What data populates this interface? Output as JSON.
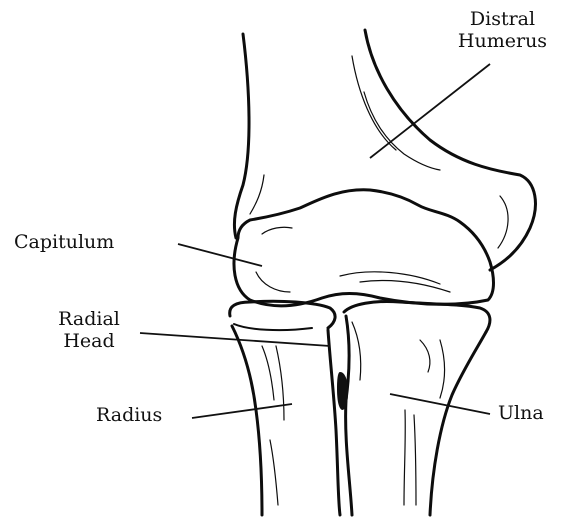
{
  "labels": {
    "distal_humerus_line1": "Distral",
    "distal_humerus_line2": "Humerus",
    "capitulum": "Capitulum",
    "radial_head_line1": "Radial",
    "radial_head_line2": "Head",
    "radius": "Radius",
    "ulna": "Ulna"
  }
}
